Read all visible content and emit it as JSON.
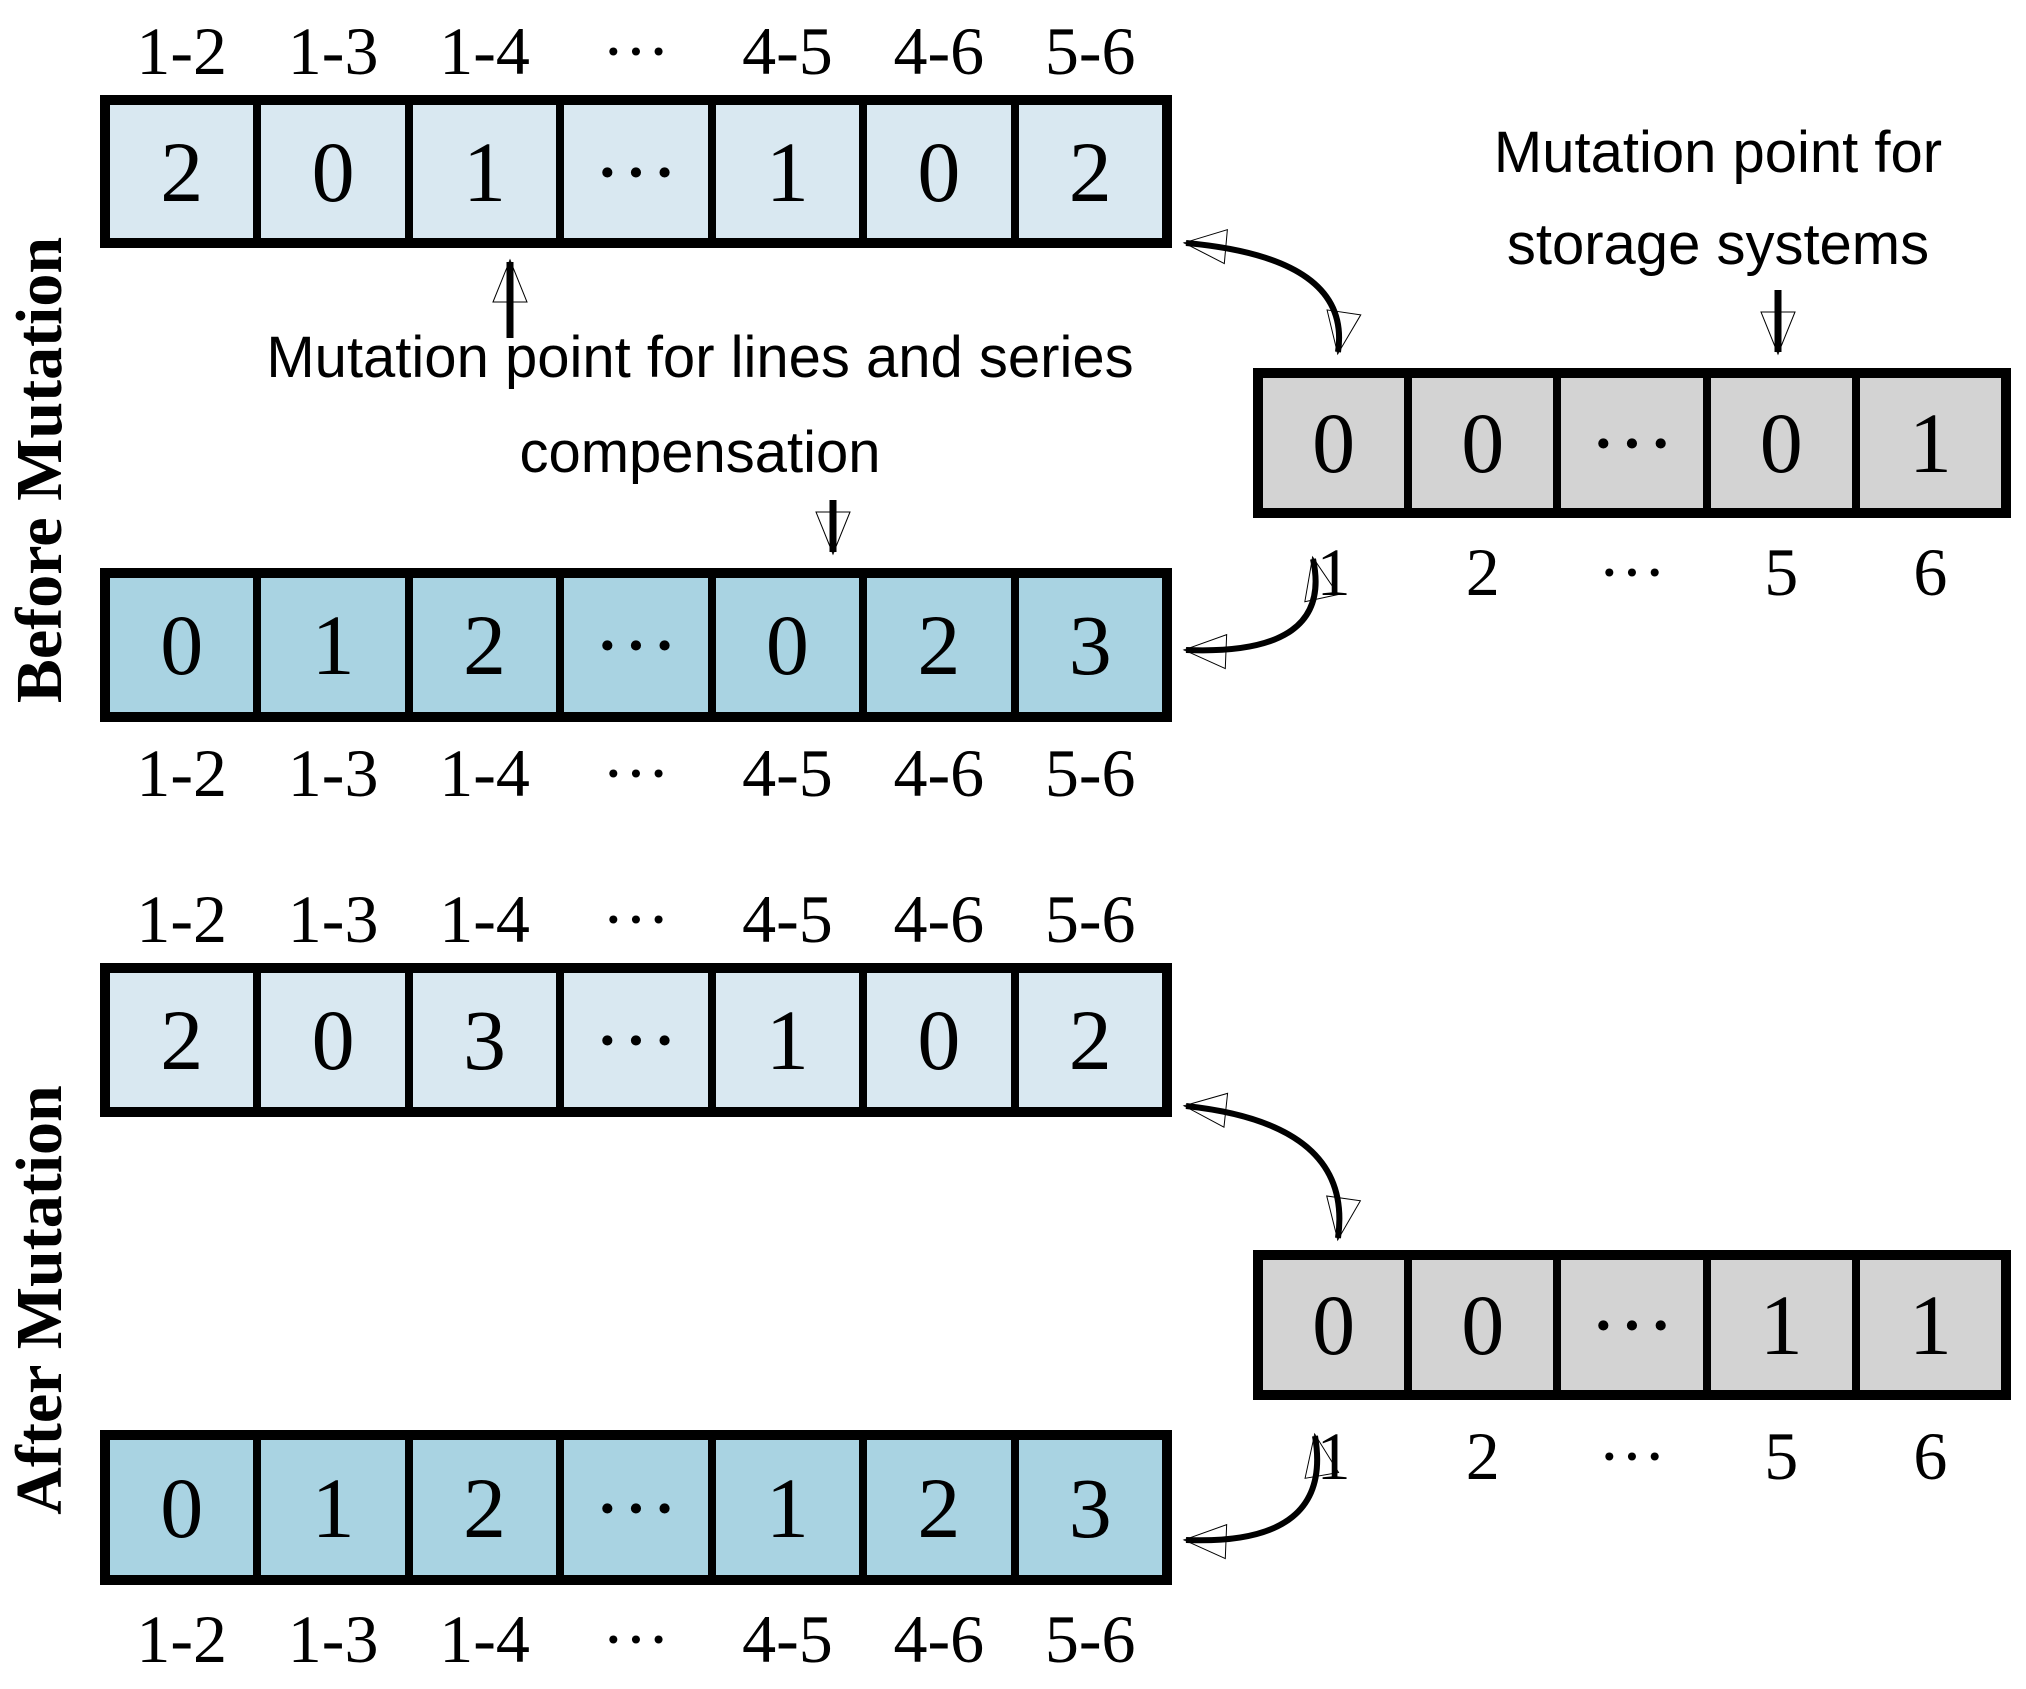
{
  "colors": {
    "light_blue": "#d9e8f1",
    "medium_blue": "#a9d3e2",
    "storage_gray": "#d3d3d3",
    "line_color": "#000000"
  },
  "before": {
    "section_label": "Before Mutation",
    "lines_annotation": {
      "line1": "Mutation point for lines and series",
      "line2": "compensation"
    },
    "storage_annotation": {
      "line1": "Mutation point for",
      "line2": "storage systems"
    },
    "top_array": {
      "labels": [
        "1-2",
        "1-3",
        "1-4",
        "···",
        "4-5",
        "4-6",
        "5-6"
      ],
      "values": [
        "2",
        "0",
        "1",
        "···",
        "1",
        "0",
        "2"
      ]
    },
    "bottom_array": {
      "labels": [
        "1-2",
        "1-3",
        "1-4",
        "···",
        "4-5",
        "4-6",
        "5-6"
      ],
      "values": [
        "0",
        "1",
        "2",
        "···",
        "0",
        "2",
        "3"
      ]
    },
    "storage_array": {
      "labels": [
        "1",
        "2",
        "···",
        "5",
        "6"
      ],
      "values": [
        "0",
        "0",
        "···",
        "0",
        "1"
      ]
    }
  },
  "after": {
    "section_label": "After Mutation",
    "top_array": {
      "labels": [
        "1-2",
        "1-3",
        "1-4",
        "···",
        "4-5",
        "4-6",
        "5-6"
      ],
      "values": [
        "2",
        "0",
        "3",
        "···",
        "1",
        "0",
        "2"
      ]
    },
    "bottom_array": {
      "labels": [
        "1-2",
        "1-3",
        "1-4",
        "···",
        "4-5",
        "4-6",
        "5-6"
      ],
      "values": [
        "0",
        "1",
        "2",
        "···",
        "1",
        "2",
        "3"
      ]
    },
    "storage_array": {
      "labels": [
        "1",
        "2",
        "···",
        "5",
        "6"
      ],
      "values": [
        "0",
        "0",
        "···",
        "1",
        "1"
      ]
    }
  }
}
